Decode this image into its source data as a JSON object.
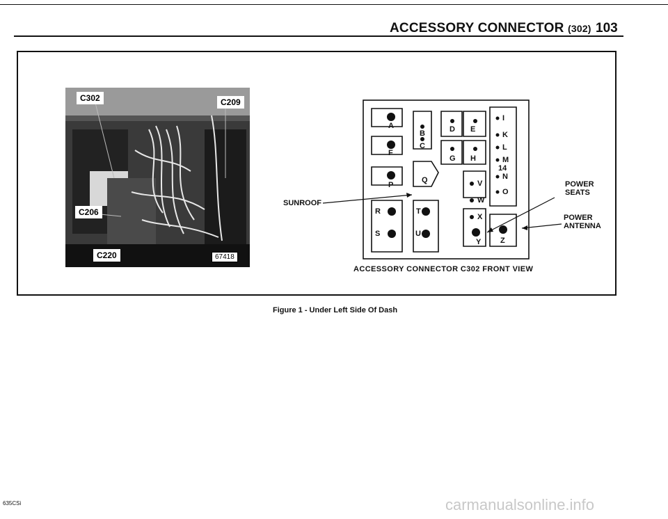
{
  "header": {
    "title": "ACCESSORY CONNECTOR",
    "title_paren": "(302)",
    "page_number": "103"
  },
  "photo": {
    "callouts": [
      "C302",
      "C209",
      "C206",
      "C220"
    ],
    "photo_number": "67418"
  },
  "diagram": {
    "pins": {
      "A": "A",
      "B": "B",
      "C": "C",
      "D": "D",
      "E": "E",
      "F": "F",
      "G": "G",
      "H": "H",
      "I": "I",
      "K": "K",
      "L": "L",
      "M": "M",
      "N": "N",
      "O": "O",
      "P": "P",
      "Q": "Q",
      "R": "R",
      "S": "S",
      "T": "T",
      "U": "U",
      "V": "V",
      "W": "W",
      "X": "X",
      "Y": "Y",
      "Z": "Z",
      "fourteen": "14"
    },
    "labels": {
      "sunroof": "SUNROOF",
      "power_seats_1": "POWER",
      "power_seats_2": "SEATS",
      "power_antenna_1": "POWER",
      "power_antenna_2": "ANTENNA"
    },
    "caption": "ACCESSORY CONNECTOR C302 FRONT VIEW"
  },
  "figure_caption": "Figure 1 - Under Left Side Of Dash",
  "footer": {
    "model": "635CSi",
    "watermark": "carmanualsonline.info"
  }
}
